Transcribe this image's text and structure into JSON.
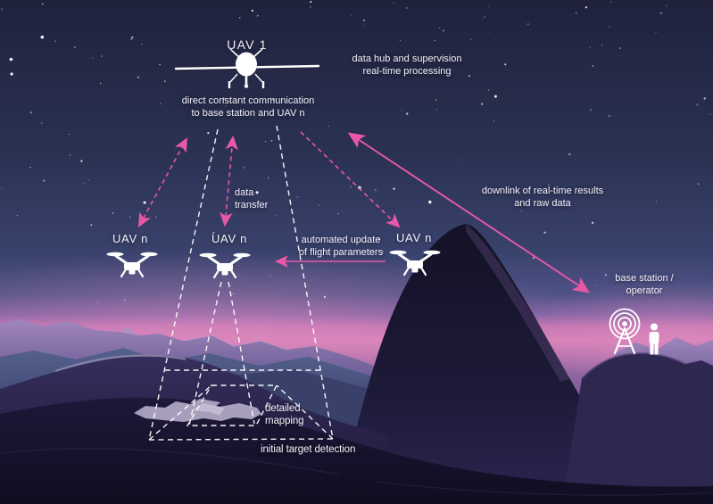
{
  "diagram": {
    "labels": {
      "uav1": "UAV 1",
      "data_hub": {
        "line1": "data hub and supervision",
        "line2": "real-time processing"
      },
      "direct_comm": {
        "line1": "direct constant communication",
        "line2": "to base station and UAV n"
      },
      "data_transfer": {
        "line1": "data",
        "line2": "transfer"
      },
      "uav_n_left": "UAV n",
      "uav_n_mid": "UAV n",
      "uav_n_right": "UAV n",
      "auto_update": {
        "line1": "automated update",
        "line2": "of flight parameters"
      },
      "downlink": {
        "line1": "downlink of real-time results",
        "line2": "and raw data"
      },
      "base_station": {
        "line1": "base station /",
        "line2": "operator"
      },
      "detailed_mapping": {
        "line1": "detailed",
        "line2": "mapping"
      },
      "initial_target": "initial target detection"
    },
    "colors": {
      "arrow_pink": "#e958a6",
      "dashed_white": "#ffffff",
      "text": "#f4f2f8",
      "sky_top": "#20223c",
      "horizon_pink": "#d783b7"
    }
  }
}
